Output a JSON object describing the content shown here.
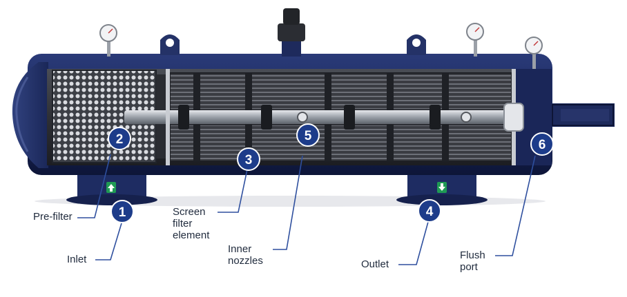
{
  "labels": {
    "prefilter": "Pre-filter",
    "inlet": "Inlet",
    "screen": "Screen\nfilter\nelement",
    "nozzles": "Inner\nnozzles",
    "outlet": "Outlet",
    "flush": "Flush\nport"
  },
  "badges": [
    "1",
    "2",
    "3",
    "4",
    "5",
    "6"
  ],
  "colors": {
    "body": "#1b2a5e",
    "body_dark": "#0f1840",
    "badge": "#1d3c8a",
    "leader": "#2e4f9e",
    "steel": "#b8bcc2"
  }
}
